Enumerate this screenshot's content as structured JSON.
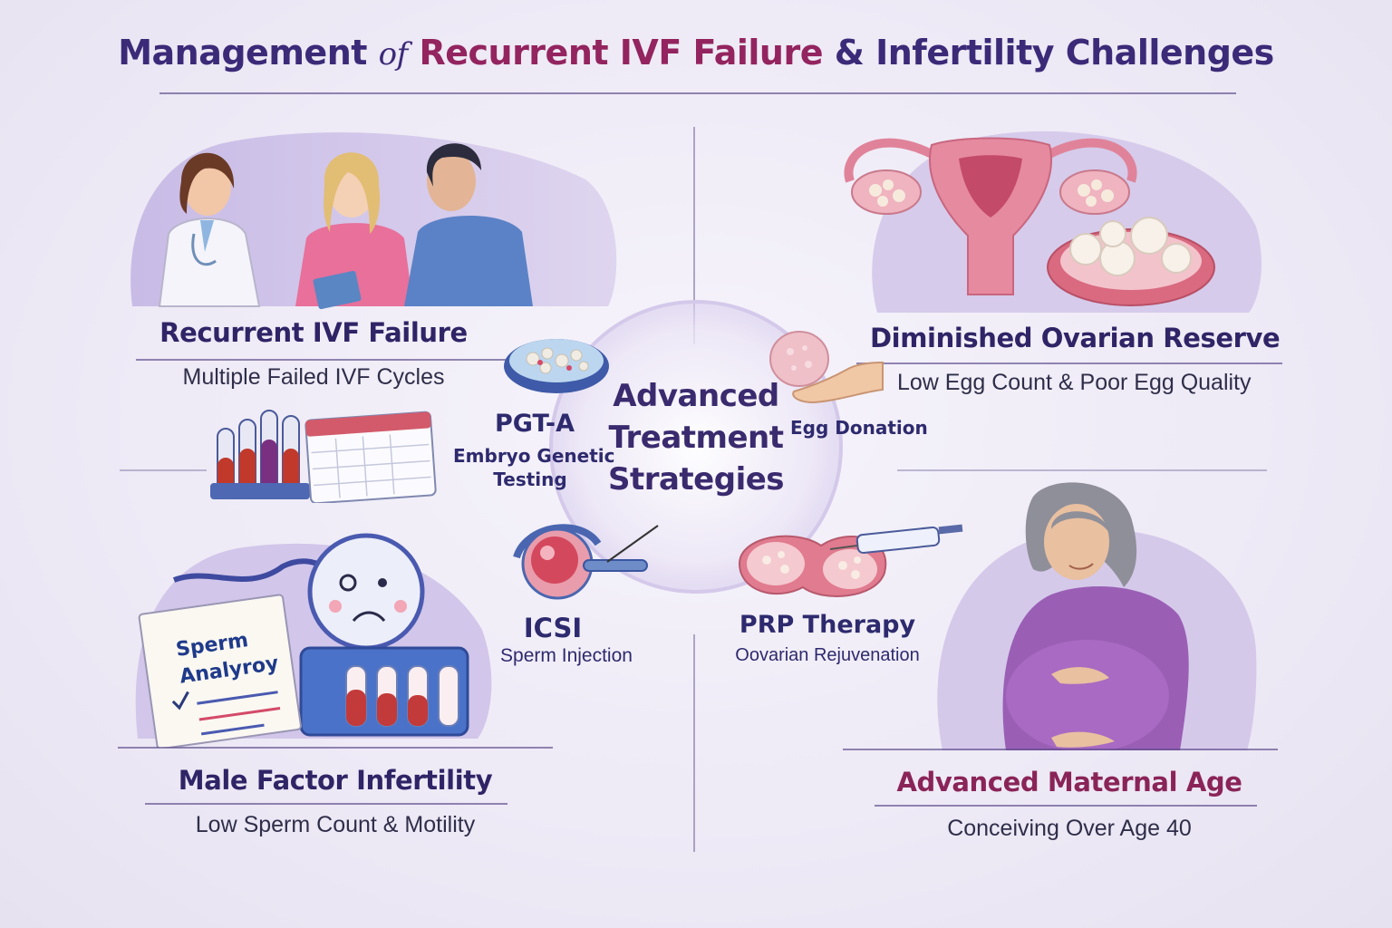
{
  "title": {
    "part1": "Management",
    "part2": "of",
    "part3": "Recurrent IVF Failure",
    "part4": "& Infertility Challenges"
  },
  "center": {
    "title_line1": "Advanced",
    "title_line2": "Treatment",
    "title_line3": "Strategies"
  },
  "sections": {
    "recurrent": {
      "heading": "Recurrent IVF Failure",
      "subtitle": "Multiple Failed IVF Cycles"
    },
    "ovarian": {
      "heading": "Diminished Ovarian Reserve",
      "subtitle": "Low Egg Count & Poor Egg Quality"
    },
    "male": {
      "heading": "Male Factor Infertility",
      "subtitle": "Low Sperm Count & Motility"
    },
    "maternal": {
      "heading": "Advanced Maternal Age",
      "subtitle": "Conceiving Over Age 40"
    }
  },
  "strategies": {
    "pgta": {
      "label": "PGT-A",
      "desc_line1": "Embryo Genetic",
      "desc_line2": "Testing"
    },
    "egg": {
      "label": "Egg Donation"
    },
    "icsi": {
      "label": "ICSI",
      "desc": "Sperm Injection"
    },
    "prp": {
      "label": "PRP Therapy",
      "desc": "Oovarian Rejuvenation"
    }
  },
  "report": {
    "line1": "Sperm",
    "line2": "Analyroy"
  },
  "colors": {
    "navy": "#2f2466",
    "magenta": "#93245f",
    "lavender": "#c9bde6",
    "purple_dress": "#9a5fb5",
    "uterus_pink": "#e88fa0"
  },
  "icons": [
    "doctor-couple-illustration",
    "uterus-illustration",
    "petri-dish-icon",
    "egg-hand-icon",
    "test-tubes-calendar-icon",
    "icsi-needle-icon",
    "ovary-syringe-icon",
    "sperm-analysis-illustration",
    "pregnant-woman-illustration"
  ]
}
